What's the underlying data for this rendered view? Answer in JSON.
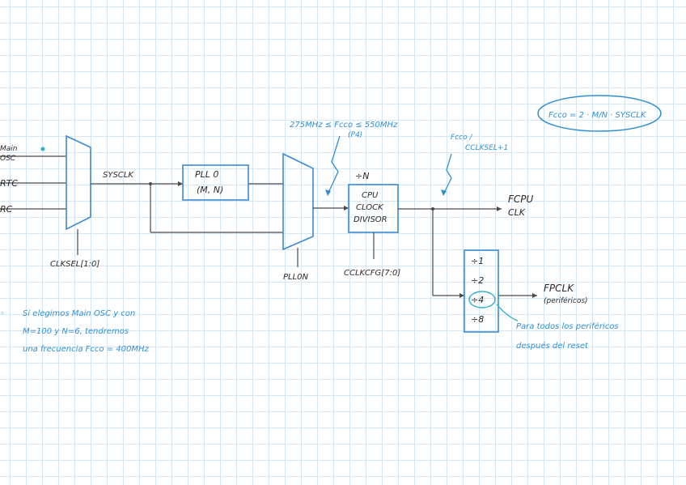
{
  "inputs": {
    "main_osc_1": "Main",
    "main_osc_2": "OSC",
    "rtc": "RTC",
    "rc": "RC"
  },
  "labels": {
    "sysclk": "SYSCLK",
    "pll_1": "PLL 0",
    "pll_2": "(M, N)",
    "clksel": "CLKSEL[1:0]",
    "pll0n": "PLL0N",
    "div_n": "÷N",
    "cpu_1": "CPU",
    "cpu_2": "CLOCK",
    "cpu_3": "DIVISOR",
    "cclkcfg": "CCLKCFG[7:0]",
    "fcpu_1": "FCPU",
    "fcpu_2": "CLK",
    "fpclk_1": "FPCLK",
    "fpclk_2": "(periféricos)",
    "d1": "÷1",
    "d2": "÷2",
    "d4": "÷4",
    "d8": "÷8"
  },
  "annotations": {
    "fcco_range_1": "275MHz ≤ Fcco ≤ 550MHz",
    "fcco_range_2": "(P4)",
    "fcco_div_1": "Fcco /",
    "fcco_div_2": "CCLKSEL+1",
    "formula": "Fcco = 2 · M/N · SYSCLK",
    "note_1": "Si elegimos Main OSC y con",
    "note_2": "M=100 y N=6, tendremos",
    "note_3": "una frecuencia Fcco = 400MHz",
    "peripherals_1": "Para todos los periféricos",
    "peripherals_2": "después del reset"
  },
  "colors": {
    "ink": "#2a2a2a",
    "block": "#3a8ad6",
    "annotation": "#2f8fd0",
    "grid": "#d7e6f5"
  }
}
